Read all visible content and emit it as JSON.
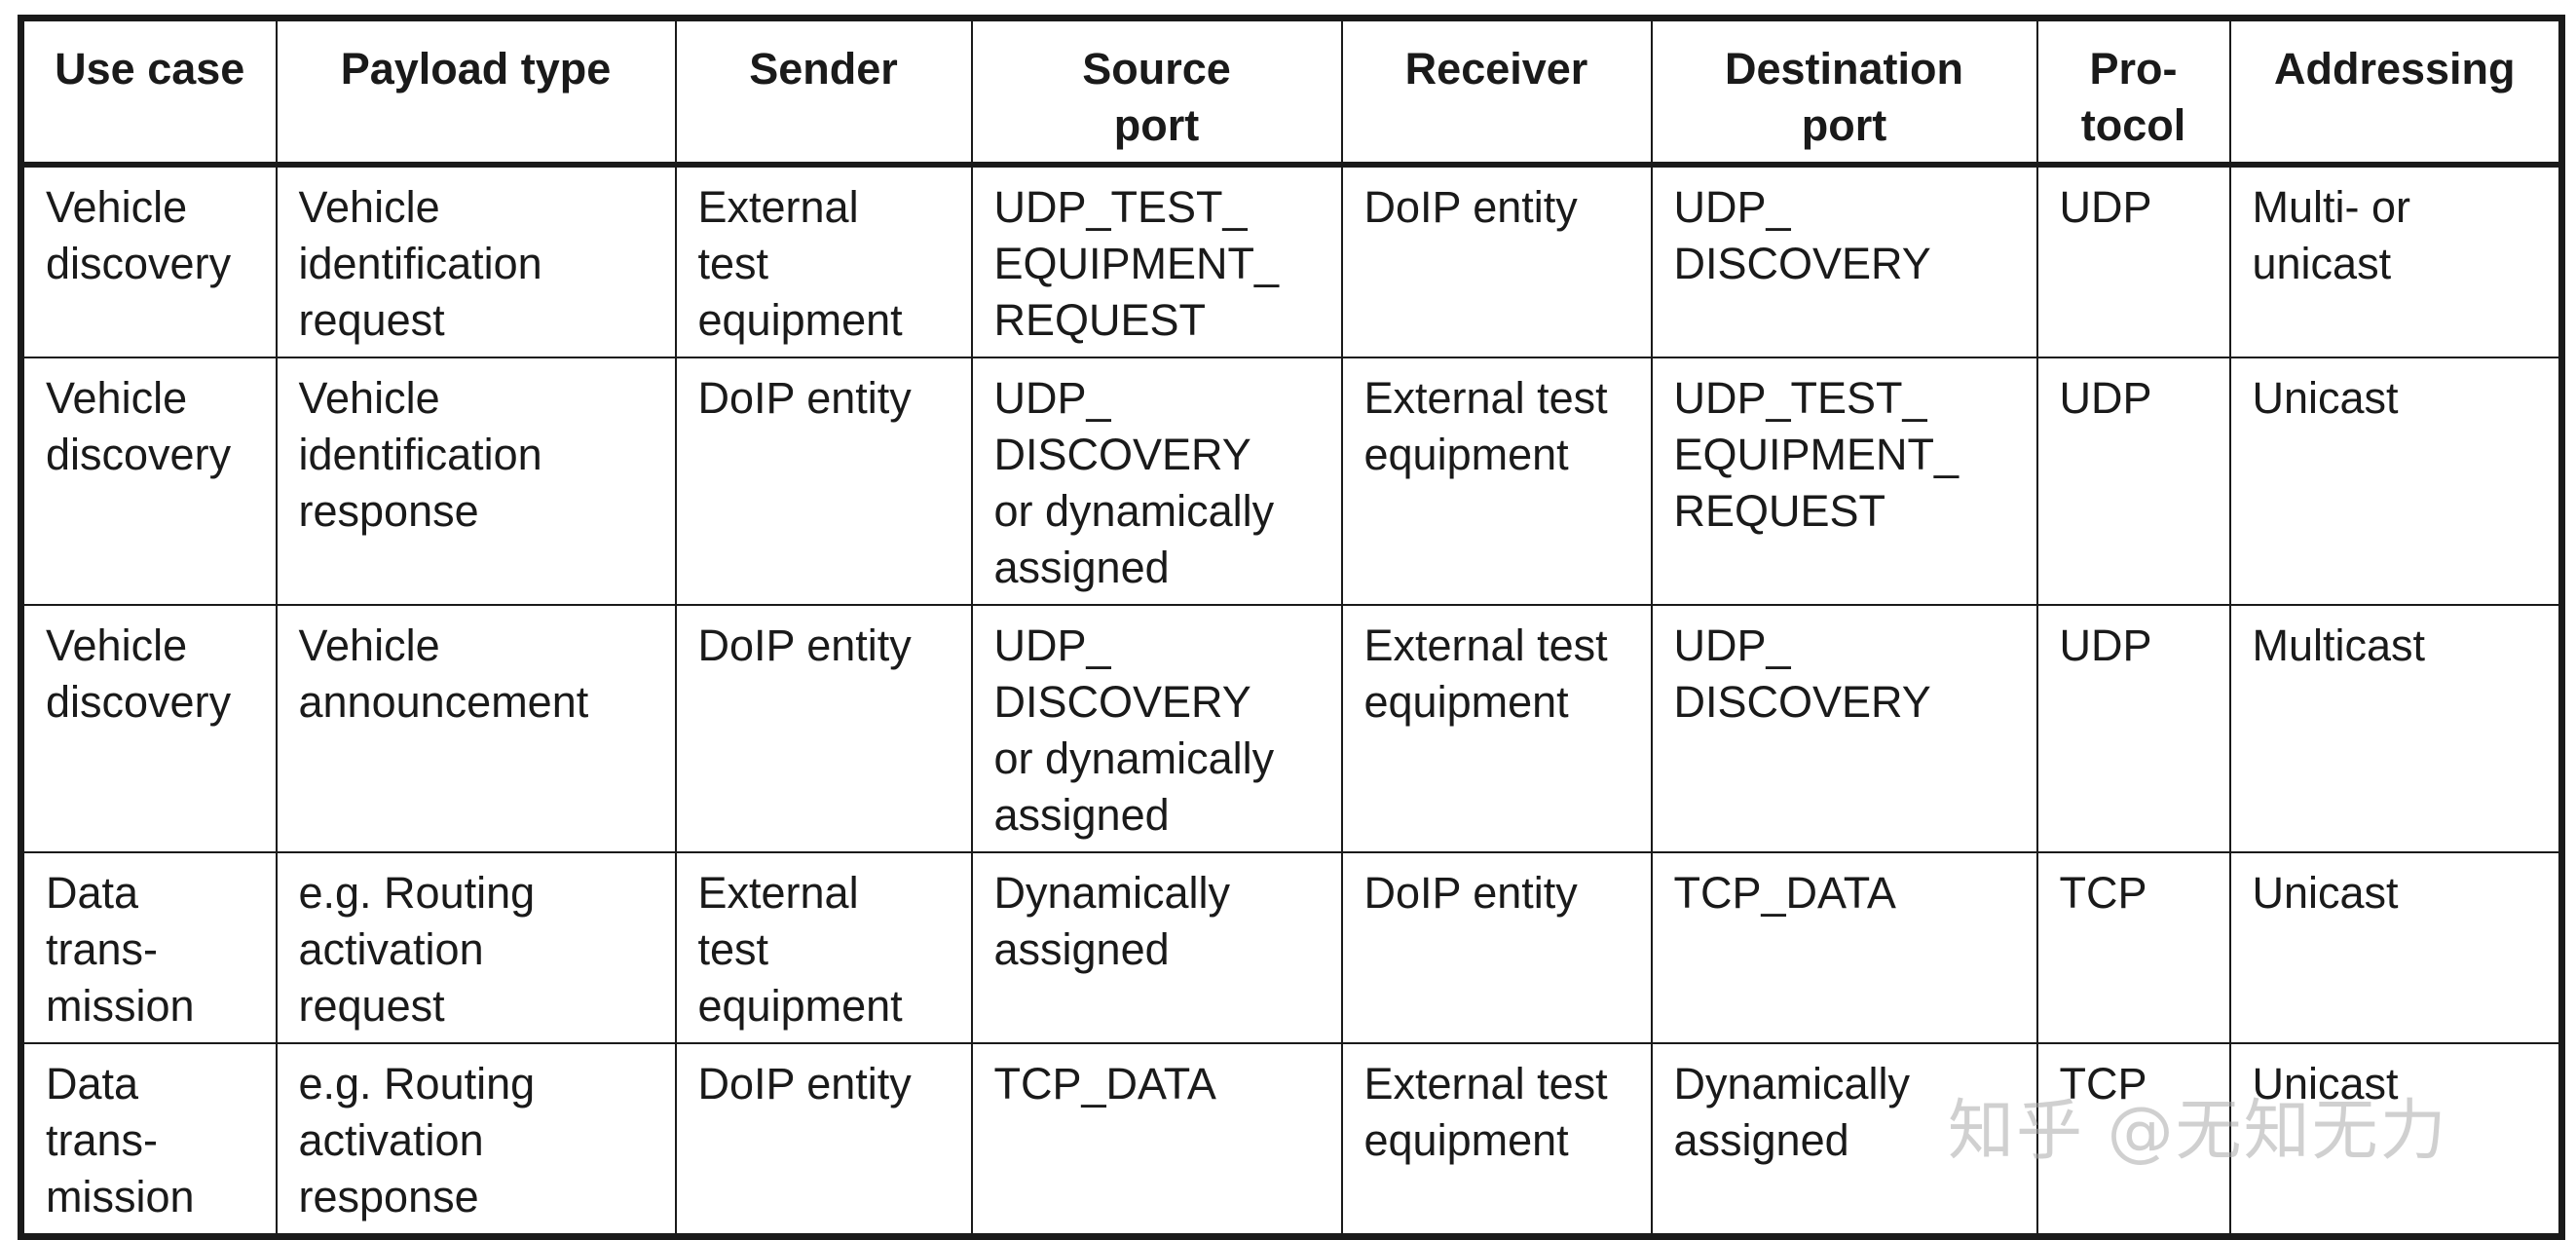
{
  "table": {
    "headers": [
      [
        "Use case"
      ],
      [
        "Payload type"
      ],
      [
        "Sender"
      ],
      [
        "Source",
        "port"
      ],
      [
        "Receiver"
      ],
      [
        "Destination",
        "port"
      ],
      [
        "Pro-",
        "tocol"
      ],
      [
        "Addressing"
      ]
    ],
    "rows": [
      [
        [
          "Vehicle",
          "discovery"
        ],
        [
          "Vehicle",
          "identification",
          "request"
        ],
        [
          "External",
          "test",
          "equipment"
        ],
        [
          "UDP_TEST_",
          "EQUIPMENT_",
          "REQUEST"
        ],
        [
          "DoIP entity"
        ],
        [
          "UDP_",
          "DISCOVERY"
        ],
        [
          "UDP"
        ],
        [
          "Multi- or",
          "unicast"
        ]
      ],
      [
        [
          "Vehicle",
          "discovery"
        ],
        [
          "Vehicle",
          "identification",
          "response"
        ],
        [
          "DoIP entity"
        ],
        [
          "UDP_",
          "DISCOVERY",
          "or dynamically",
          "assigned"
        ],
        [
          "External test",
          "equipment"
        ],
        [
          "UDP_TEST_",
          "EQUIPMENT_",
          "REQUEST"
        ],
        [
          "UDP"
        ],
        [
          "Unicast"
        ]
      ],
      [
        [
          "Vehicle",
          "discovery"
        ],
        [
          "Vehicle",
          "announcement"
        ],
        [
          "DoIP entity"
        ],
        [
          "UDP_",
          "DISCOVERY",
          "or dynamically",
          "assigned"
        ],
        [
          "External test",
          "equipment"
        ],
        [
          "UDP_",
          "DISCOVERY"
        ],
        [
          "UDP"
        ],
        [
          "Multicast"
        ]
      ],
      [
        [
          "Data",
          "trans-",
          "mission"
        ],
        [
          "e.g. Routing",
          "activation",
          "request"
        ],
        [
          "External",
          "test",
          "equipment"
        ],
        [
          "Dynamically",
          "assigned"
        ],
        [
          "DoIP entity"
        ],
        [
          "TCP_DATA"
        ],
        [
          "TCP"
        ],
        [
          "Unicast"
        ]
      ],
      [
        [
          "Data",
          "trans-",
          "mission"
        ],
        [
          "e.g. Routing",
          "activation",
          "response"
        ],
        [
          "DoIP entity"
        ],
        [
          "TCP_DATA"
        ],
        [
          "External test",
          "equipment"
        ],
        [
          "Dynamically",
          "assigned"
        ],
        [
          "TCP"
        ],
        [
          "Unicast"
        ]
      ]
    ]
  },
  "watermark": {
    "text": "知乎 @无知无力"
  }
}
